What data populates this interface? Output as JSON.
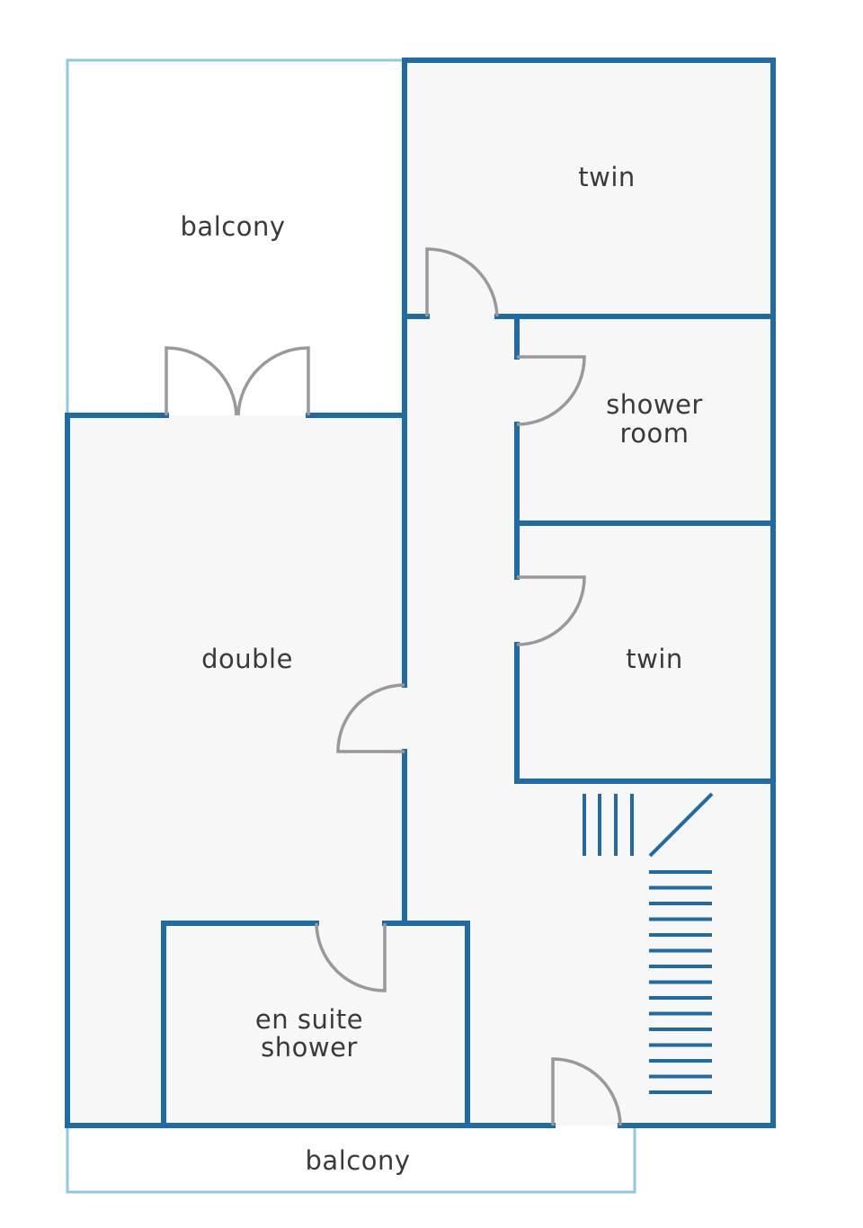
{
  "rooms": {
    "balcony_top": "balcony",
    "twin_top": "twin",
    "shower_room_line1": "shower",
    "shower_room_line2": "room",
    "double": "double",
    "twin_middle": "twin",
    "en_suite_line1": "en suite",
    "en_suite_line2": "shower",
    "balcony_bottom": "balcony"
  },
  "colors": {
    "wall": "#1e6ba5",
    "balcony_outline": "#8cc7e6",
    "door": "#999999",
    "room_fill": "#f7f7f7",
    "text": "#3a3a3a"
  }
}
